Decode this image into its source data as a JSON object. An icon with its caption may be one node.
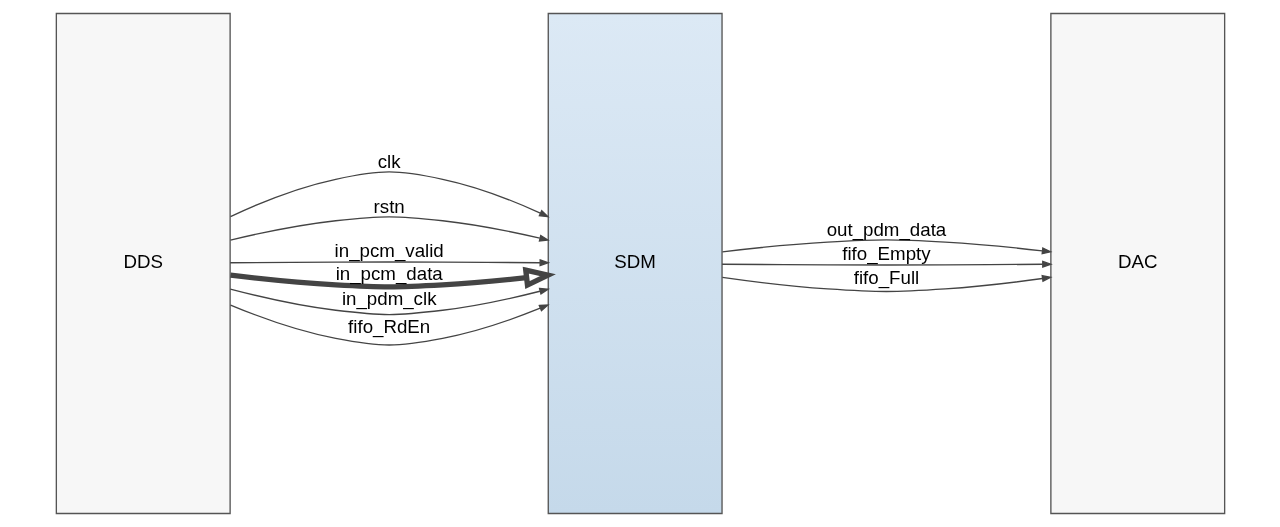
{
  "diagram": {
    "nodes": [
      {
        "text": [
          "DDS"
        ]
      },
      {
        "text": [
          "SDM"
        ]
      },
      {
        "text": [
          "DAC"
        ]
      }
    ],
    "edges": [
      {
        "from": 0,
        "to": 1,
        "arrow": "to",
        "label": "clk"
      },
      {
        "from": 0,
        "to": 1,
        "arrow": "to",
        "label": "rstn"
      },
      {
        "from": 0,
        "to": 1,
        "arrow": "to",
        "label": "in_pcm_valid"
      },
      {
        "from": 0,
        "to": 1,
        "arrow": "to",
        "label": "in_pcm_data",
        "style": "thick"
      },
      {
        "from": 0,
        "to": 1,
        "arrow": "to",
        "label": "in_pdm_clk"
      },
      {
        "from": 0,
        "to": 1,
        "arrow": "to",
        "label": "fifo_RdEn"
      },
      {
        "from": 1,
        "to": 2,
        "arrow": "to",
        "label": "out_pdm_data"
      },
      {
        "from": 1,
        "to": 2,
        "arrow": "to",
        "label": "fifo_Empty"
      },
      {
        "from": 1,
        "to": 2,
        "arrow": "to",
        "label": "fifo_Full"
      }
    ]
  }
}
